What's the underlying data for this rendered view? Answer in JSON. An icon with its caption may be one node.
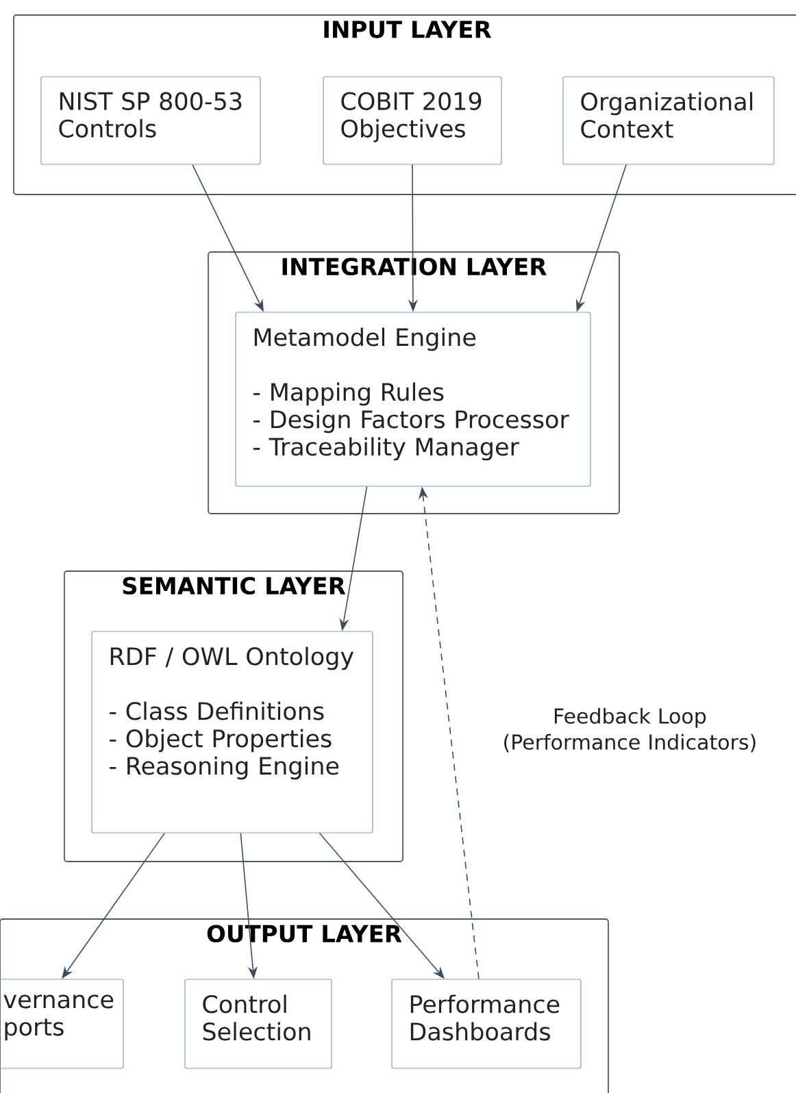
{
  "diagram": {
    "nodes": [
      {
        "text": [
          "INPUT LAYER"
        ]
      },
      {
        "text": [
          "NIST SP 800-53 Controls"
        ],
        "in": 0
      },
      {
        "text": [
          "COBIT 2019 Objectives"
        ],
        "in": 0
      },
      {
        "text": [
          "Organizational Context"
        ],
        "in": 0
      },
      {
        "text": [
          "INTEGRATION LAYER"
        ]
      },
      {
        "text": [
          "Metamodel Engine",
          "- Mapping Rules",
          "- Design Factors Processor",
          "- Traceability Manager"
        ],
        "in": 4
      },
      {
        "text": [
          "SEMANTIC LAYER"
        ]
      },
      {
        "text": [
          "RDF / OWL Ontology",
          "- Class Definitions",
          "- Object Properties",
          "- Reasoning Engine"
        ],
        "in": 6
      },
      {
        "text": [
          "OUTPUT LAYER"
        ]
      },
      {
        "text": [
          "vernance ports"
        ],
        "in": 8
      },
      {
        "text": [
          "Control Selection"
        ],
        "in": 8
      },
      {
        "text": [
          "Performance Dashboards"
        ],
        "in": 8
      }
    ],
    "edges": [
      {
        "from": 1,
        "to": 5,
        "arrow": "to"
      },
      {
        "from": 2,
        "to": 5,
        "arrow": "to"
      },
      {
        "from": 3,
        "to": 5,
        "arrow": "to"
      },
      {
        "from": 5,
        "to": 7,
        "arrow": "to"
      },
      {
        "from": 7,
        "to": 9,
        "arrow": "to"
      },
      {
        "from": 7,
        "to": 10,
        "arrow": "to"
      },
      {
        "from": 7,
        "to": 11,
        "arrow": "to"
      },
      {
        "from": 11,
        "to": 5,
        "arrow": "to",
        "style": "dashed",
        "label": "Feedback Loop (Performance Indicators)"
      }
    ]
  }
}
